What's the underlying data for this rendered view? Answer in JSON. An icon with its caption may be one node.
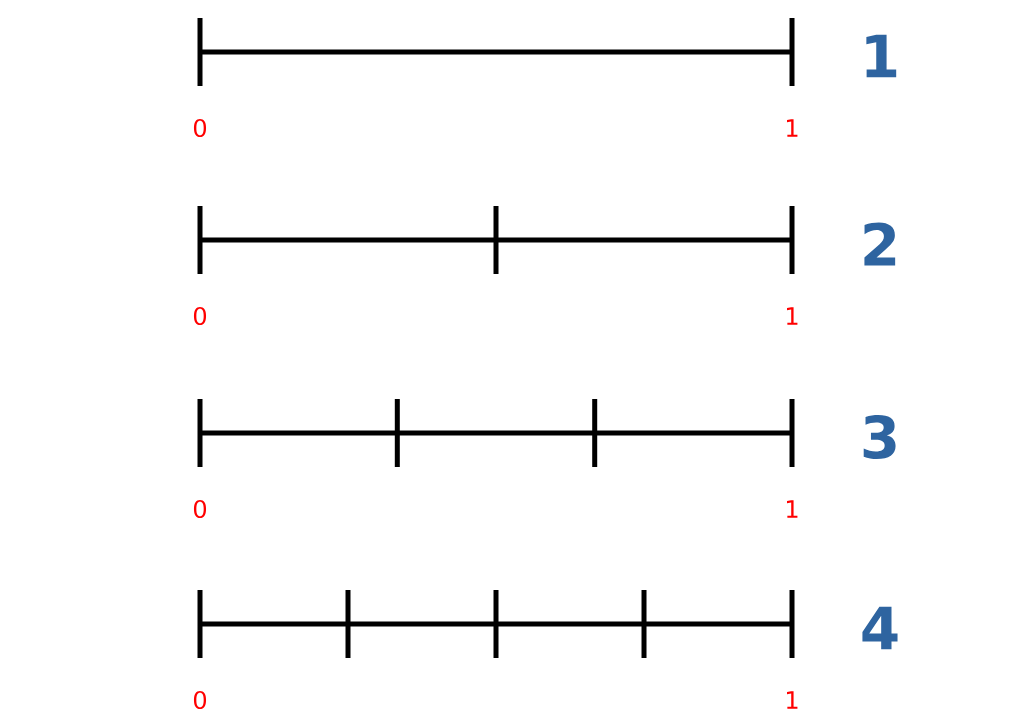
{
  "diagram": {
    "labels": [
      "1",
      "0",
      "1",
      "2",
      "0",
      "1",
      "3",
      "0",
      "1",
      "4",
      "0",
      "1"
    ]
  }
}
